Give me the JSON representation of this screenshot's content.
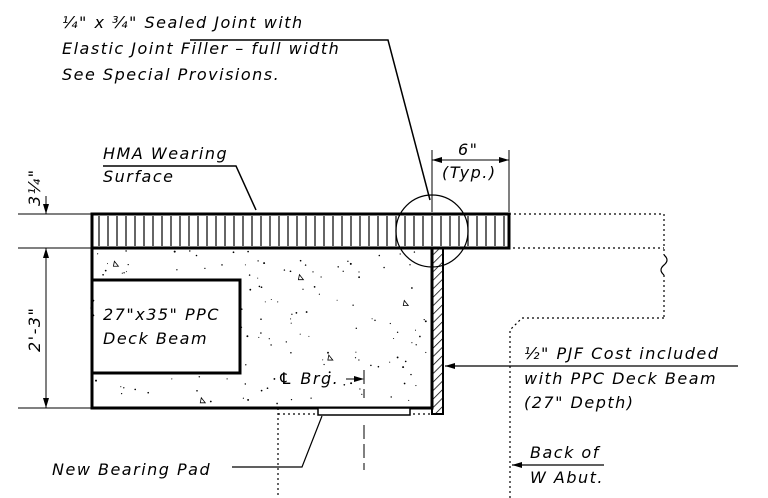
{
  "note_joint": {
    "line1": "¼\" x ¾\" Sealed Joint with",
    "line2": "Elastic Joint Filler – full width",
    "line3": "See Special Provisions."
  },
  "hma": {
    "line1": "HMA Wearing",
    "line2": "Surface"
  },
  "dim_top": {
    "value": "6\"",
    "sub": "(Typ.)"
  },
  "dim_left_top": "3¼\"",
  "dim_left_main": "2'-3\"",
  "beam": {
    "line1": "27\"x35\" PPC",
    "line2": "Deck Beam"
  },
  "bearing_cl": "℄ Brg.",
  "pjf": {
    "line1": "½\" PJF Cost included",
    "line2": "with PPC Deck Beam",
    "line3": "(27\" Depth)"
  },
  "pad": "New Bearing Pad",
  "abut": {
    "line1": "Back of",
    "line2": "W Abut."
  },
  "colors": {
    "ink": "#000000",
    "background": "#ffffff"
  }
}
